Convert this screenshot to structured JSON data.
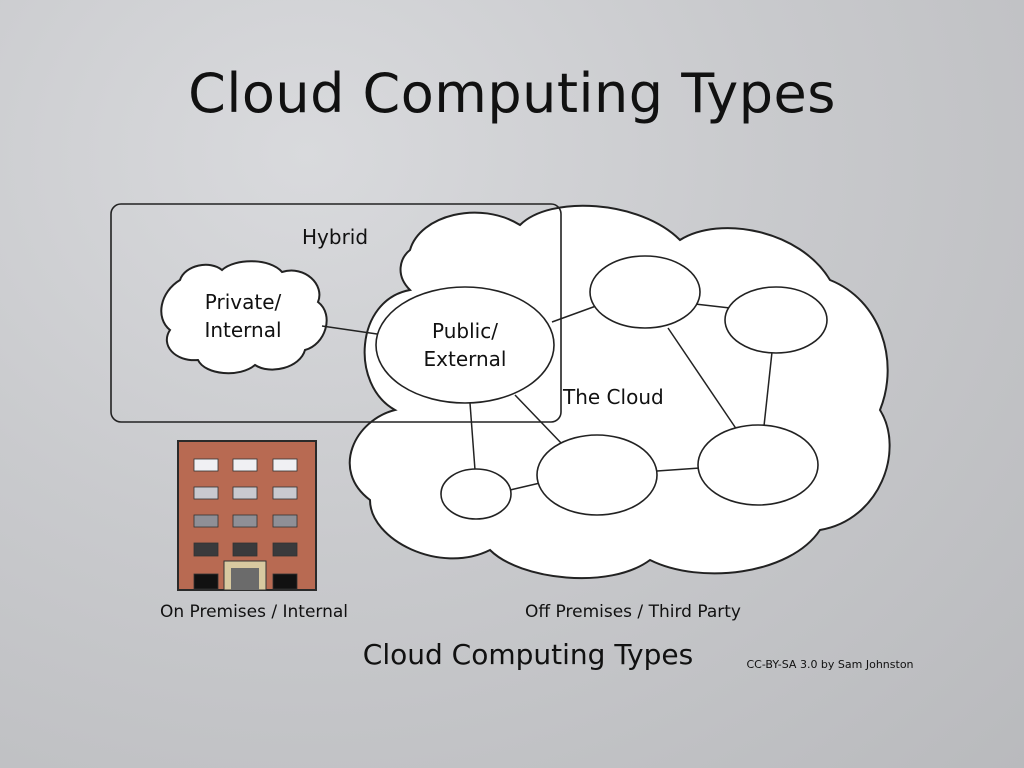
{
  "slide": {
    "title": "Cloud Computing Types"
  },
  "diagram": {
    "hybrid_label": "Hybrid",
    "private_label_line1": "Private/",
    "private_label_line2": "Internal",
    "public_label_line1": "Public/",
    "public_label_line2": "External",
    "cloud_label": "The Cloud",
    "on_premises_caption": "On Premises / Internal",
    "off_premises_caption": "Off Premises / Third Party",
    "figure_title": "Cloud Computing Types",
    "credit": "CC-BY-SA 3.0 by Sam Johnston"
  },
  "colors": {
    "building_wall": "#b86a52",
    "building_outline": "#2a2a2a",
    "cloud_fill": "#ffffff",
    "stroke": "#222222"
  }
}
